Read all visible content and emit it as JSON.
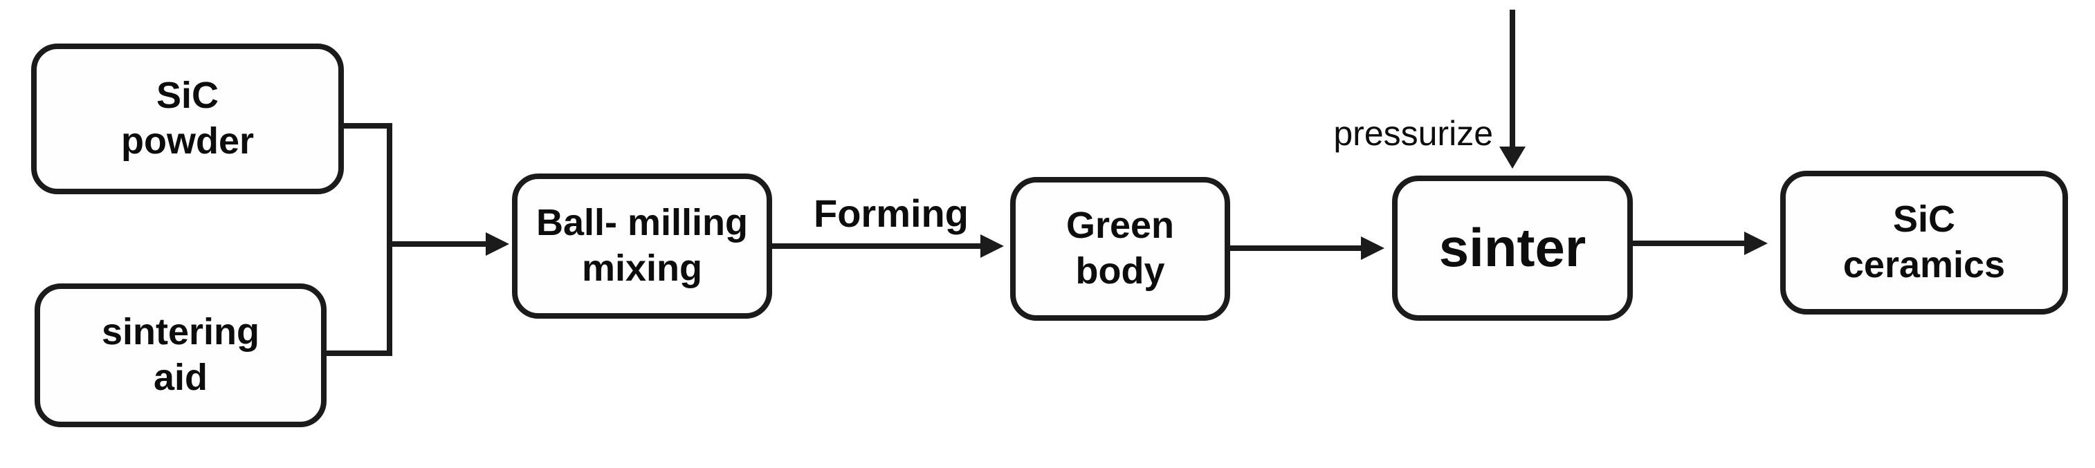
{
  "nodes": {
    "sic_powder": {
      "line1": "SiC",
      "line2": "powder"
    },
    "sintering_aid": {
      "line1": "sintering",
      "line2": "aid"
    },
    "ball_milling": {
      "line1": "Ball- milling",
      "line2": "mixing"
    },
    "green_body": {
      "line1": "Green",
      "line2": "body"
    },
    "sinter": {
      "label": "sinter"
    },
    "sic_ceramics": {
      "line1": "SiC",
      "line2": "ceramics"
    }
  },
  "labels": {
    "forming": "Forming",
    "pressurize": "pressurize"
  },
  "edges": [
    {
      "from": "sic_powder",
      "to": "ball_milling"
    },
    {
      "from": "sintering_aid",
      "to": "ball_milling"
    },
    {
      "from": "ball_milling",
      "to": "green_body",
      "label": "Forming"
    },
    {
      "from": "green_body",
      "to": "sinter"
    },
    {
      "from": "pressurize_input",
      "to": "sinter",
      "label": "pressurize",
      "direction": "down"
    },
    {
      "from": "sinter",
      "to": "sic_ceramics"
    }
  ],
  "colors": {
    "line": "#1b1b1b",
    "text": "#0d0d0d",
    "background": "#ffffff"
  }
}
